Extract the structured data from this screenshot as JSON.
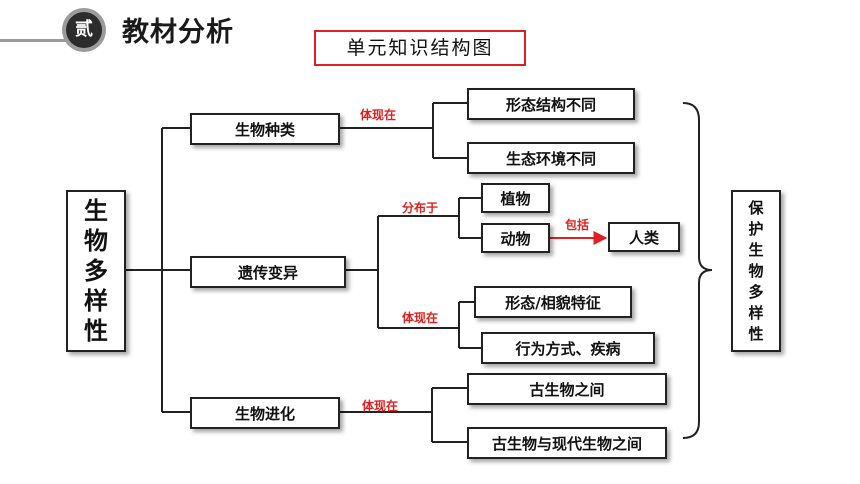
{
  "header": {
    "badge": "贰",
    "title": "教材分析"
  },
  "diagram_title": "单元知识结构图",
  "root": [
    "生",
    "物",
    "多",
    "样",
    "性"
  ],
  "branches": {
    "species": "生物种类",
    "genetic": "遗传变异",
    "evolution": "生物进化"
  },
  "species_children": [
    "形态结构不同",
    "生态环境不同"
  ],
  "genetic_distribution": [
    "植物",
    "动物"
  ],
  "genetic_embodiment": [
    "形态/相貌特征",
    "行为方式、疾病"
  ],
  "includes_target": "人类",
  "evolution_children": [
    "古生物之间",
    "古生物与现代生物之间"
  ],
  "edge_labels": {
    "species": "体现在",
    "distribution": "分布于",
    "includes": "包括",
    "embodiment": "体现在",
    "evolution": "体现在"
  },
  "conclusion": [
    "保",
    "护",
    "生",
    "物",
    "多",
    "样",
    "性"
  ],
  "colors": {
    "accent_red": "#e02020",
    "line": "#222222"
  }
}
